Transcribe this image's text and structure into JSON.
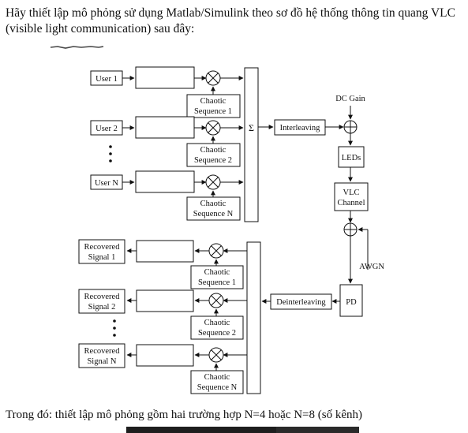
{
  "intro_text": "Hãy thiết lập mô phỏng sử dụng Matlab/Simulink theo sơ đồ hệ thống thông tin quang VLC (visible light communication) sau đây:",
  "diagram": {
    "tx_users": [
      "User 1",
      "User 2",
      "User N"
    ],
    "tx_chaotic": [
      [
        "Chaotic",
        "Sequence 1"
      ],
      [
        "Chaotic",
        "Sequence 2"
      ],
      [
        "Chaotic",
        "Sequence N"
      ]
    ],
    "sum_symbol": "Σ",
    "interleaving": "Interleaving",
    "dc_gain": "DC Gain",
    "leds": "LEDs",
    "vlc_channel": [
      "VLC",
      "Channel"
    ],
    "awgn": "AWGN",
    "pd": "PD",
    "deinterleaving": "Deinterleaving",
    "rx_signals": [
      [
        "Recovered",
        "Signal 1"
      ],
      [
        "Recovered",
        "Signal 2"
      ],
      [
        "Recovered",
        "Signal N"
      ]
    ],
    "rx_chaotic": [
      [
        "Chaotic",
        "Sequence 1"
      ],
      [
        "Chaotic",
        "Sequence 2"
      ],
      [
        "Chaotic",
        "Sequence N"
      ]
    ]
  },
  "footer_text": "Trong đó: thiết lập mô phỏng gồm hai trường hợp N=4 hoặc N=8 (số kênh)"
}
